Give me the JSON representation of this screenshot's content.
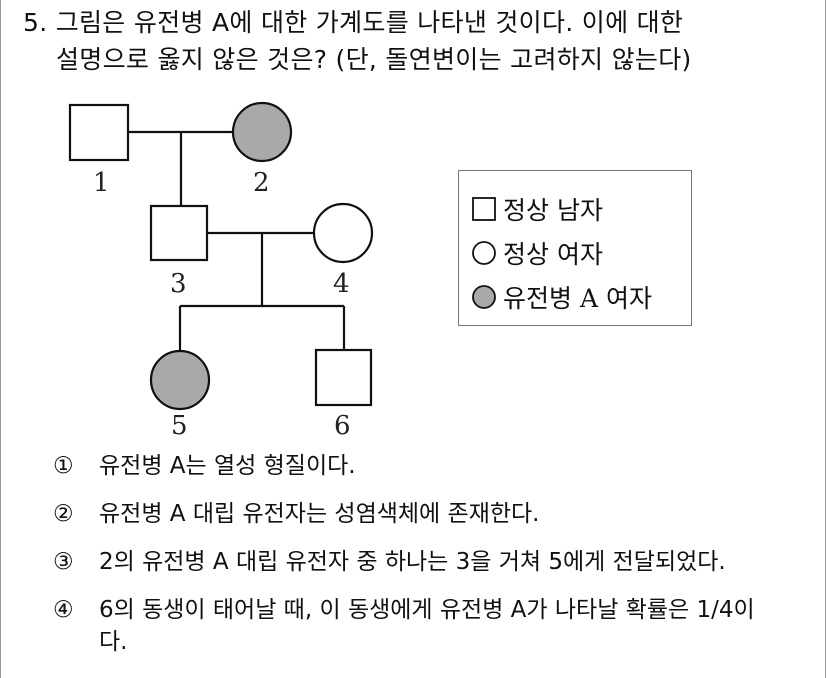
{
  "question": {
    "line1": "5. 그림은 유전병 A에 대한 가계도를 나타낸 것이다. 이에 대한",
    "line2": "설명으로 옳지 않은 것은? (단, 돌연변이는 고려하지 않는다)"
  },
  "pedigree": {
    "members": [
      "1",
      "2",
      "3",
      "4",
      "5",
      "6"
    ]
  },
  "legend": {
    "normal_male": "정상 남자",
    "normal_female": "정상 여자",
    "affected_female": "유전병 A 여자"
  },
  "options": [
    {
      "mark": "①",
      "text": "유전병 A는 열성 형질이다."
    },
    {
      "mark": "②",
      "text": "유전병 A 대립 유전자는 성염색체에 존재한다."
    },
    {
      "mark": "③",
      "text": "2의 유전병 A 대립 유전자 중 하나는 3을 거쳐 5에게 전달되었다."
    },
    {
      "mark": "④",
      "text": "6의 동생이 태어날 때, 이 동생에게 유전병 A가 나타날 확률은 1/4이다."
    }
  ],
  "colors": {
    "affected_fill": "#a9a9a9",
    "outline": "#111111"
  }
}
